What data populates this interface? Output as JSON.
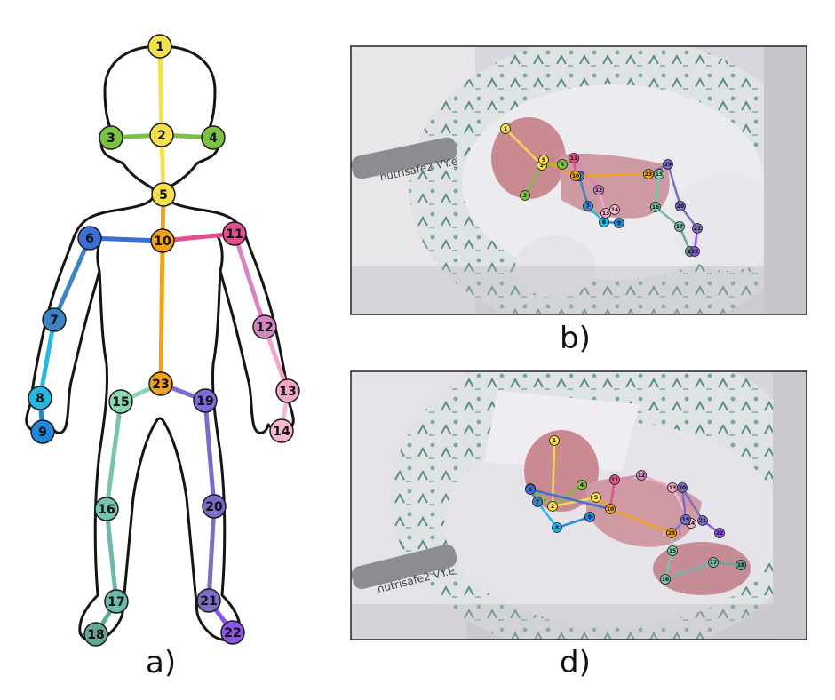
{
  "panels": {
    "a": {
      "label": "a)"
    },
    "b": {
      "label": "b)"
    },
    "d": {
      "label": "d)"
    }
  },
  "colors": {
    "1": "#f4e04d",
    "2": "#f4e04d",
    "3": "#7dc142",
    "4": "#7dc142",
    "5": "#f4e04d",
    "6": "#3a6fd8",
    "7": "#3d82c4",
    "8": "#25b8e0",
    "9": "#1f88d6",
    "10": "#f0a21d",
    "11": "#e34f8d",
    "12": "#d684c6",
    "13": "#f2a6c8",
    "14": "#f5b7d2",
    "15": "#8ad6b0",
    "16": "#76c4b0",
    "17": "#6fb7aa",
    "18": "#63a795",
    "19": "#7c6ad8",
    "20": "#7a6bc9",
    "21": "#7d6ec4",
    "22": "#8b55e6",
    "23": "#f0a21d"
  },
  "scene_photo": {
    "bedding": "#e7e4ea",
    "nest_pattern": "#5a8c8f",
    "baby_skin": "#c98a92",
    "sheet": "#f1eef3",
    "shadow": "#6a6a70",
    "syringe_text": "nutrisafe2 VY.e"
  }
}
